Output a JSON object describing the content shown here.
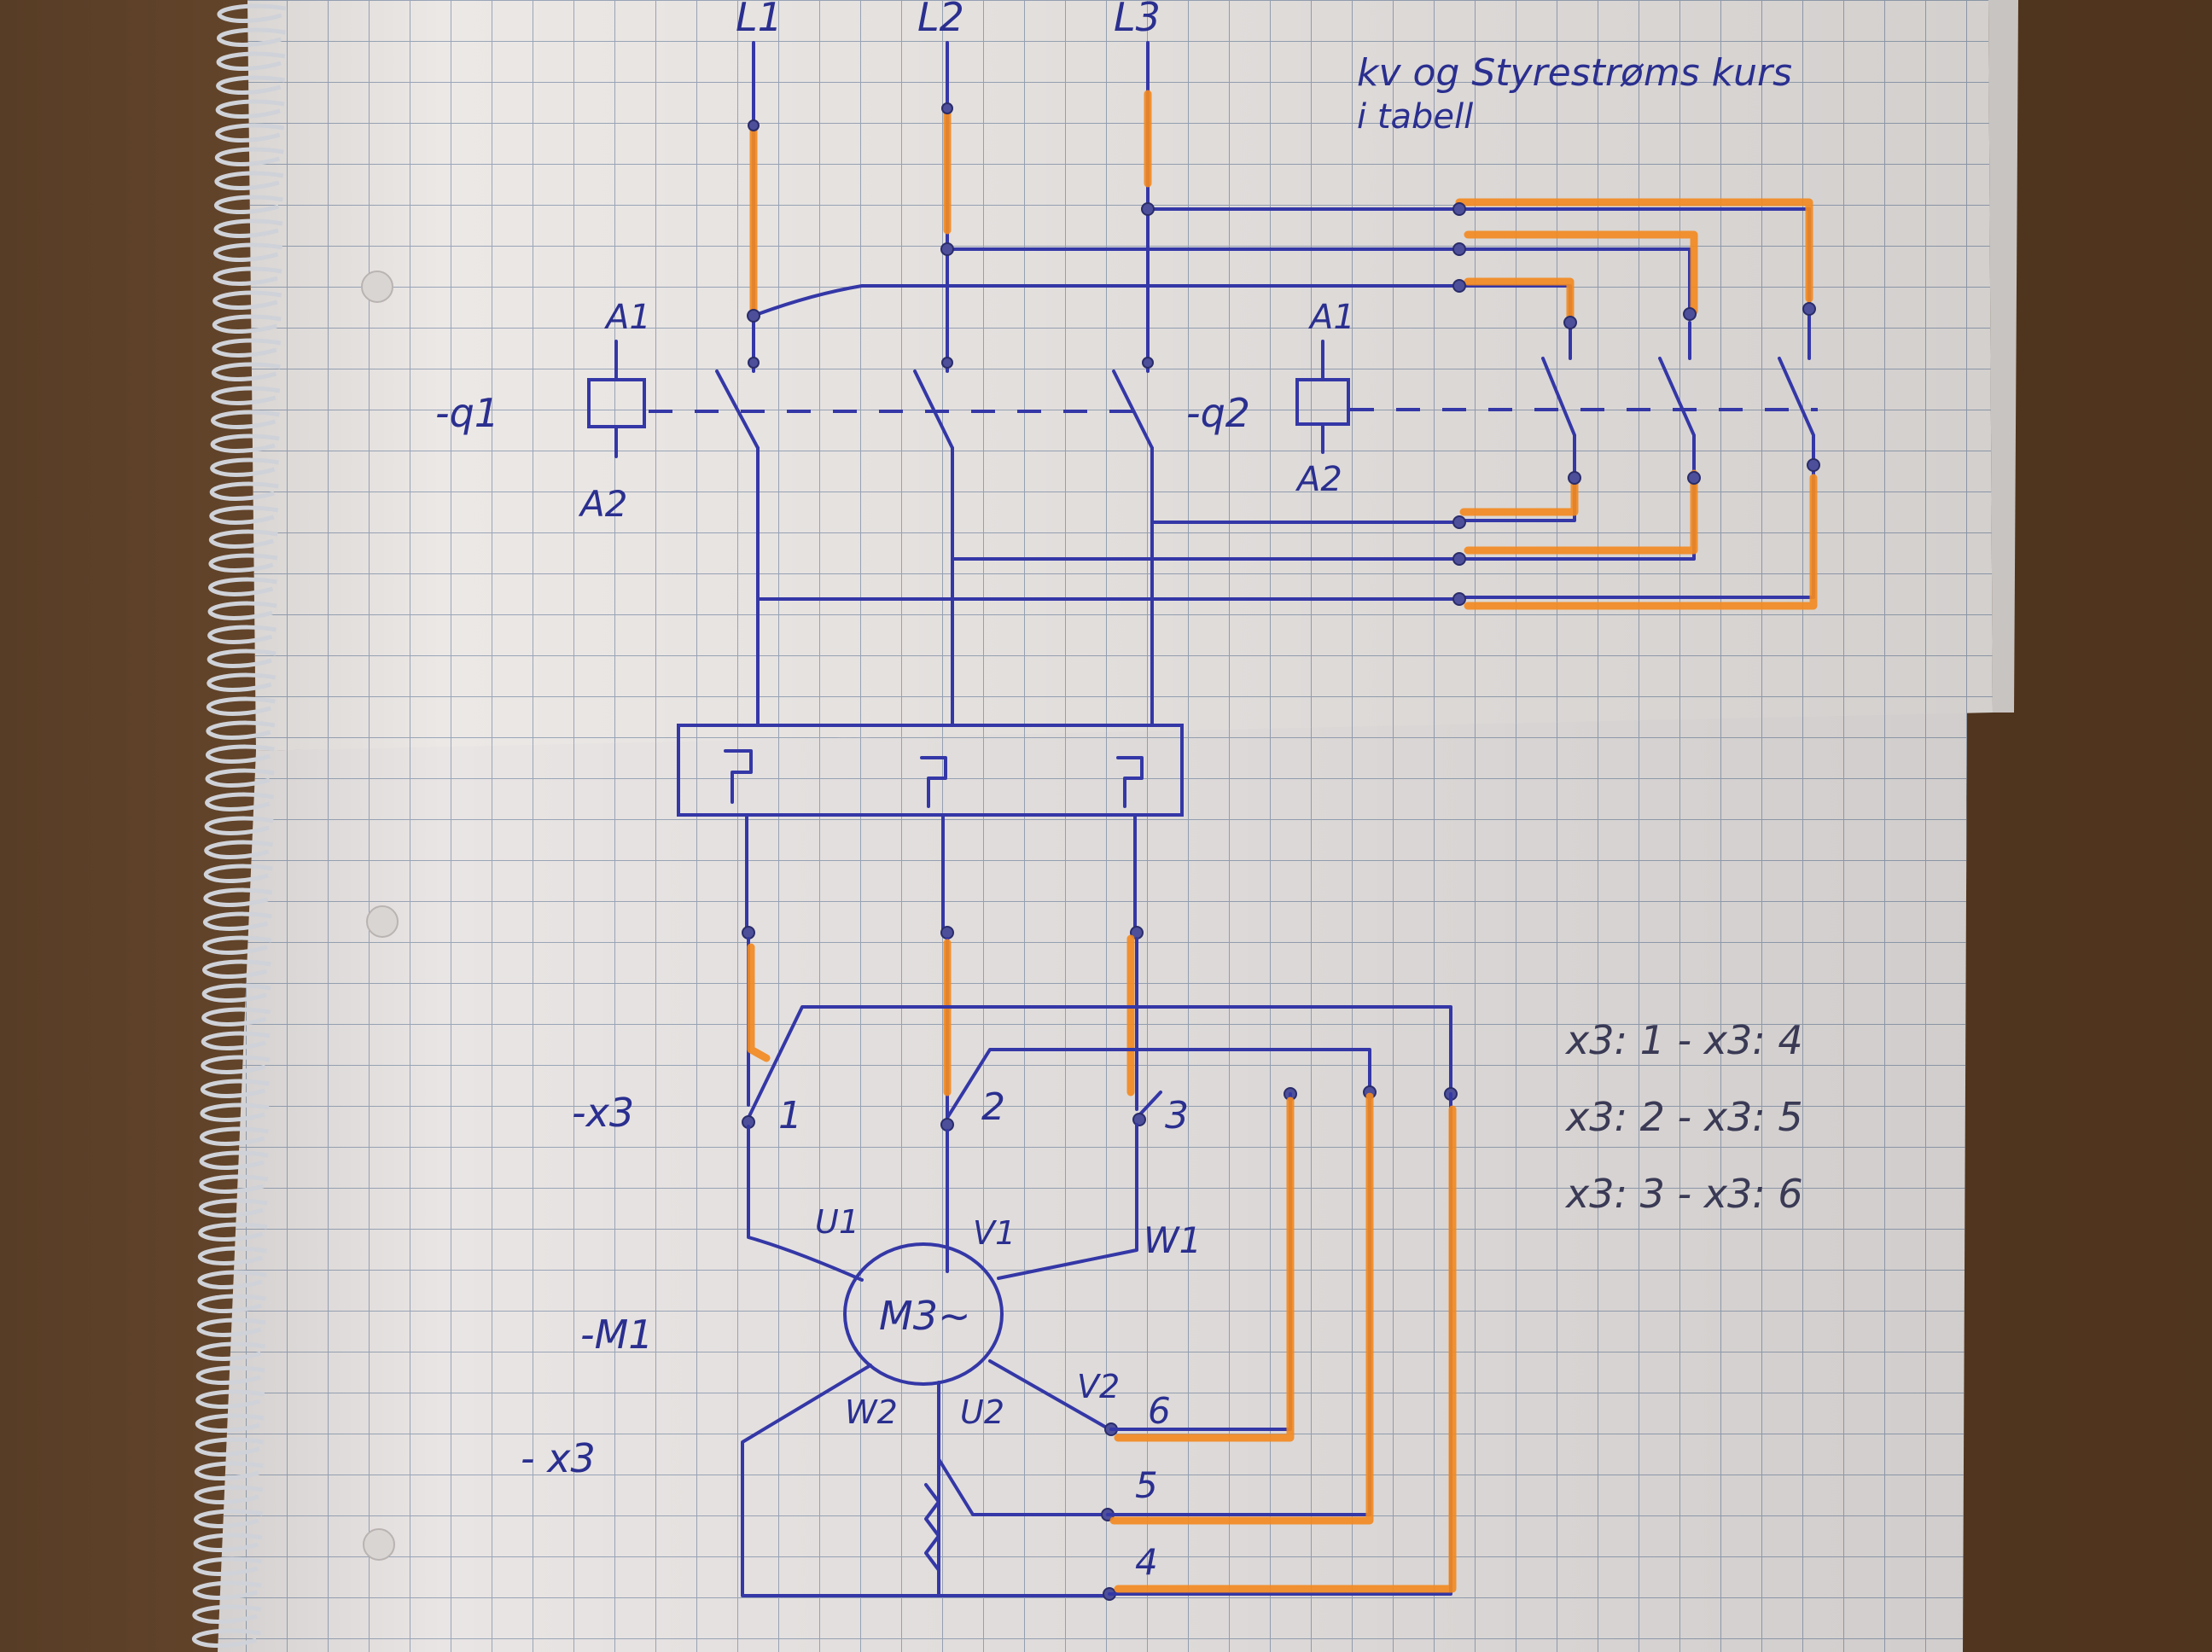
{
  "header": {
    "top_note": "kv og Styrestrøms kurs",
    "top_note_line2": "i tabell"
  },
  "supply": {
    "l1": "L1",
    "l2": "L2",
    "l3": "L3"
  },
  "contactor_q1": {
    "tag": "-q1",
    "a1": "A1",
    "a2": "A2"
  },
  "contactor_q2": {
    "tag": "-q2",
    "a1": "A1",
    "a2": "A2"
  },
  "terminal_x3_upper": {
    "tag": "-x3",
    "t1": "1",
    "t2": "2",
    "t3": "3"
  },
  "motor": {
    "tag": "-M1",
    "symbol": "M3~",
    "u1": "U1",
    "v1": "V1",
    "w1": "W1",
    "u2": "U2",
    "v2": "V2",
    "w2": "W2"
  },
  "terminal_x3_lower": {
    "tag": "- x3",
    "t4": "4",
    "t5": "5",
    "t6": "6"
  },
  "connection_table": [
    "x3: 1 - x3: 4",
    "x3: 2 - x3: 5",
    "x3: 3 - x3: 6"
  ],
  "colors": {
    "ink": "#3437a6",
    "highlighter": "#f28a22",
    "paper": "#ece8e6",
    "grid": "#9aa6b8",
    "desk": "#6b4a2e"
  }
}
